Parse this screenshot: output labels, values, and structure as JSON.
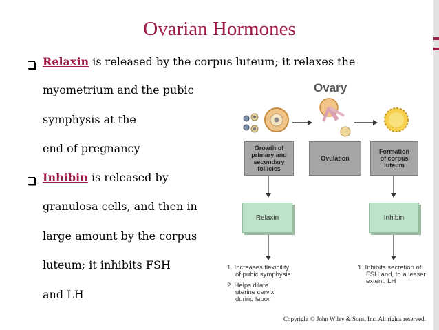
{
  "slide": {
    "title": "Ovarian Hormones",
    "bullets": [
      {
        "term": "Relaxin",
        "first_line_rest": " is released by the corpus luteum; it relaxes the",
        "lines": [
          "myometrium and the pubic",
          "symphysis at the",
          "end of pregnancy"
        ]
      },
      {
        "term": "Inhibin",
        "first_line_rest": " is released by",
        "lines": [
          "granulosa cells, and then in",
          "large amount by the corpus",
          "luteum; it inhibits FSH",
          "and LH"
        ]
      }
    ],
    "copyright": "Copyright © John Wiley & Sons, Inc. All rights reserved."
  },
  "diagram": {
    "title": "Ovary",
    "stages": [
      {
        "l1": "Growth of",
        "l2": "primary and",
        "l3": "secondary",
        "l4": "follicles"
      },
      {
        "l1": "Ovulation"
      },
      {
        "l1": "Formation",
        "l2": "of corpus",
        "l3": "luteum"
      }
    ],
    "hormones": [
      "Relaxin",
      "Inhibin"
    ],
    "relaxin_effects": [
      "1. Increases flexibility",
      "of pubic symphysis",
      "2. Helps dilate",
      "uterine cervix",
      "during labor"
    ],
    "inhibin_effects": [
      "1. Inhibits secretion of",
      "FSH and, to a lesser",
      "extent, LH"
    ],
    "colors": {
      "accent": "#a01c48",
      "hormone_box": "#bfe3c8",
      "stage_box": "#a6a6a6"
    }
  }
}
